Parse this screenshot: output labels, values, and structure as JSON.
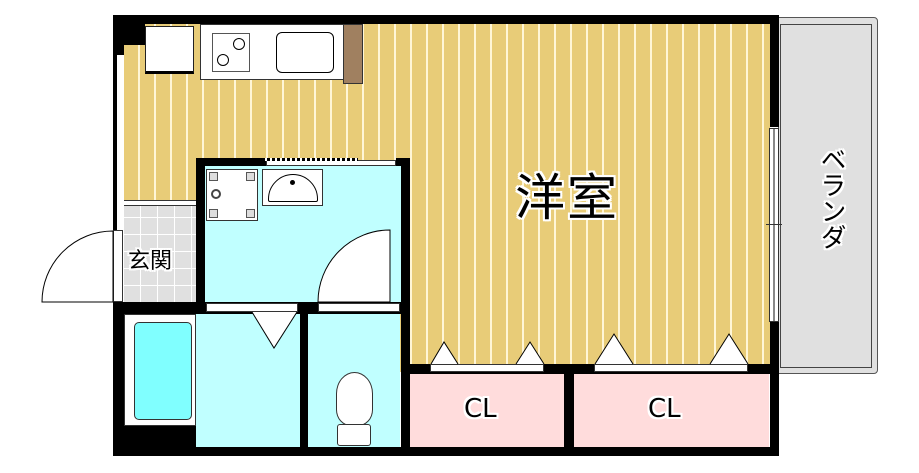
{
  "floor_plan": {
    "rooms": {
      "western_room": {
        "label": "洋室",
        "floor": "wood"
      },
      "entrance": {
        "label": "玄関",
        "floor": "tile"
      },
      "closet_left": {
        "label": "CL"
      },
      "closet_right": {
        "label": "CL"
      },
      "veranda": {
        "label": "ベランダ"
      }
    },
    "colors": {
      "wall": "#000000",
      "wood_floor": "#e8cc78",
      "wet_area": "#c0ffff",
      "closet": "#ffdcdc",
      "veranda": "#e0e0e0",
      "entrance_tile": "#e0e0e0",
      "counter_edge": "#a08060"
    },
    "fixtures": [
      "refrigerator",
      "two-burner-stove",
      "kitchen-sink",
      "washing-machine-pan",
      "wash-basin",
      "bathtub",
      "toilet"
    ]
  }
}
